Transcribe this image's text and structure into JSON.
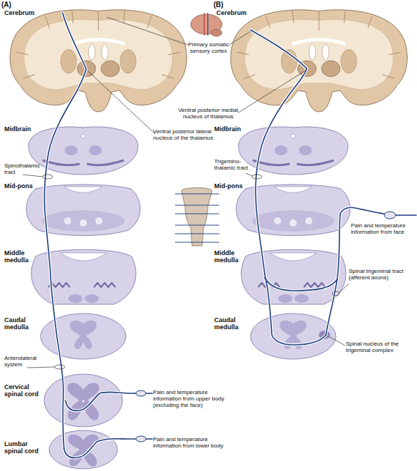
{
  "diagram": {
    "labels": [
      "(A)",
      "Cerebrum",
      "(B)",
      "Cerebrum",
      "Primary somatic sensory cortex",
      "Ventral posterior medial nucleus of thalamus",
      "Ventral posterior lateral nucleus of the thalamus",
      "Midbrain",
      "Midbrain",
      "Spinothalamic tract",
      "Trigemino- thalamic tract",
      "Mid-pons",
      "Mid-pons",
      "Pain and temperature information from face",
      "Middle medulla",
      "Middle medulla",
      "Spinal trigeminal tract (afferent axons)",
      "Caudal medulla",
      "Caudal medulla",
      "Spinal nucleus of the trigeminal complex",
      "Anterolateral system",
      "Cervical spinal cord",
      "Pain and temperature information from upper body (excluding the face)",
      "Lumbar spinal cord",
      "Pain and temperature information from lower body"
    ]
  }
}
